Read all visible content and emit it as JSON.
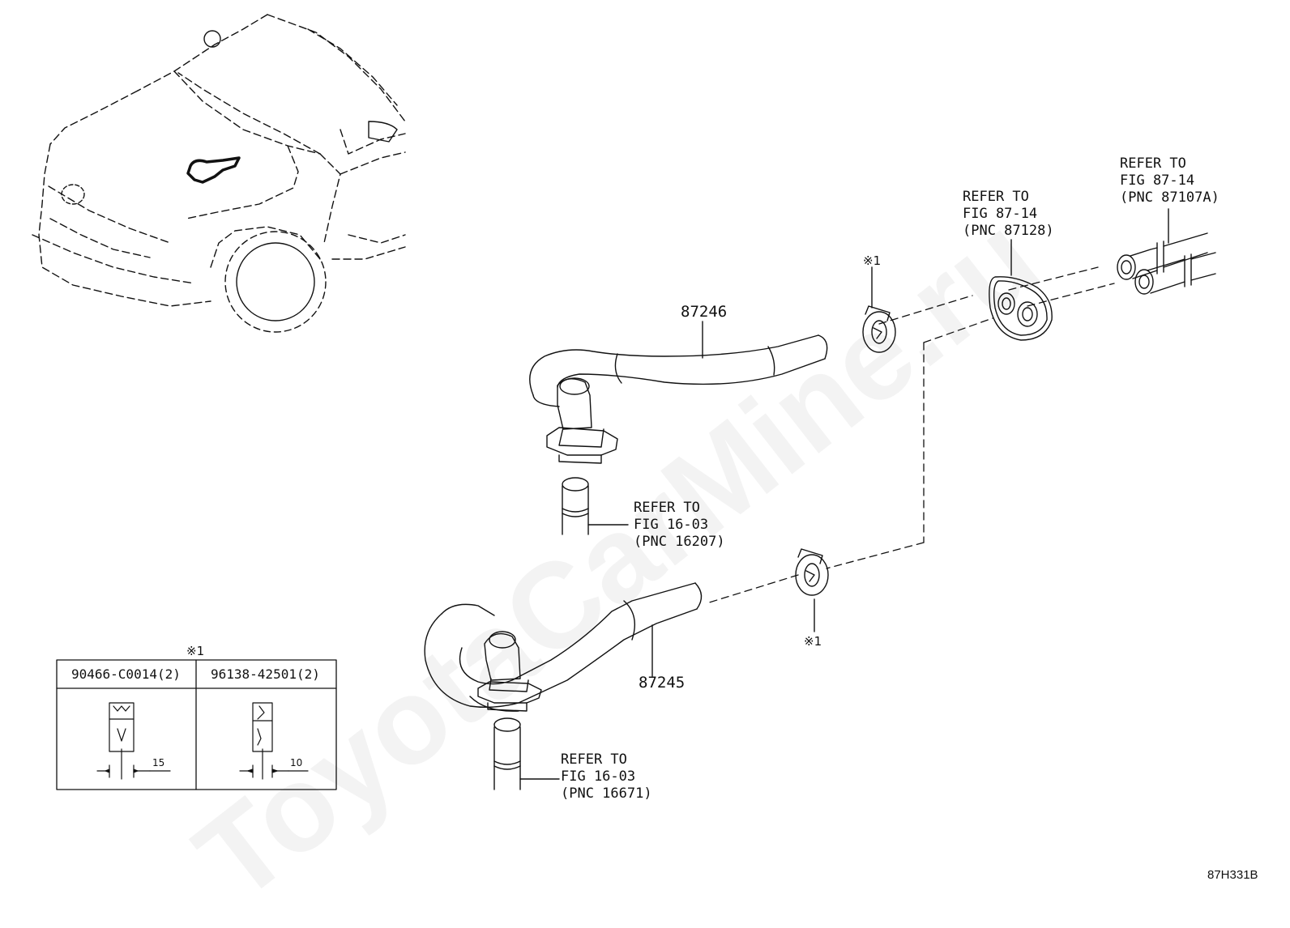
{
  "watermark": "ToyotaCarMine.ru",
  "parts": {
    "p87246": "87246",
    "p87245": "87245"
  },
  "refs": {
    "ref_87107A": "REFER TO\nFIG 87-14\n(PNC 87107A)",
    "ref_87128": "REFER TO\nFIG 87-14\n(PNC 87128)",
    "ref_16207": "REFER TO\nFIG 16-03\n(PNC 16207)",
    "ref_16671": "REFER TO\nFIG 16-03\n(PNC 16671)"
  },
  "clip_mark": "※1",
  "clip_table": {
    "header_mark": "※1",
    "col1": "90466-C0014(2)",
    "col2": "96138-42501(2)",
    "dim1": "15",
    "dim2": "10"
  },
  "figure_code": "87H331B"
}
